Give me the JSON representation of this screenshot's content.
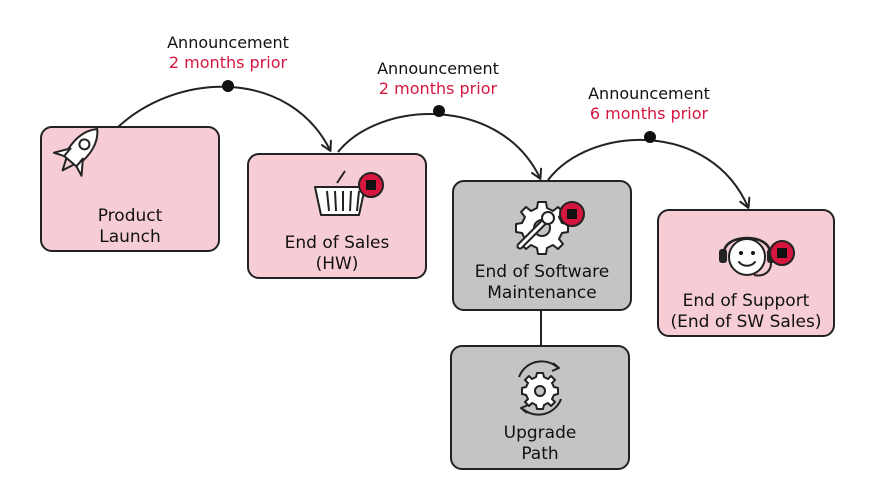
{
  "colors": {
    "accent": "#d6163f",
    "pink_box": "#f7cdd5",
    "gray_box": "#c4c4c4",
    "stroke": "#222222"
  },
  "stages": [
    {
      "id": "product-launch",
      "label": "Product\nLaunch",
      "icon": "rocket-icon"
    },
    {
      "id": "end-of-sales",
      "label": "End of Sales\n(HW)",
      "icon": "shopping-basket-stop-icon"
    },
    {
      "id": "end-of-software-maintenance",
      "label": "End of Software\nMaintenance",
      "icon": "gear-wrench-stop-icon"
    },
    {
      "id": "end-of-support",
      "label": "End of Support\n(End of SW Sales)",
      "icon": "headset-stop-icon"
    },
    {
      "id": "upgrade-path",
      "label": "Upgrade\nPath",
      "icon": "gear-cycle-icon"
    }
  ],
  "announcements": [
    {
      "title": "Announcement",
      "detail": "2 months prior"
    },
    {
      "title": "Announcement",
      "detail": "2 months prior"
    },
    {
      "title": "Announcement",
      "detail": "6 months prior"
    }
  ]
}
